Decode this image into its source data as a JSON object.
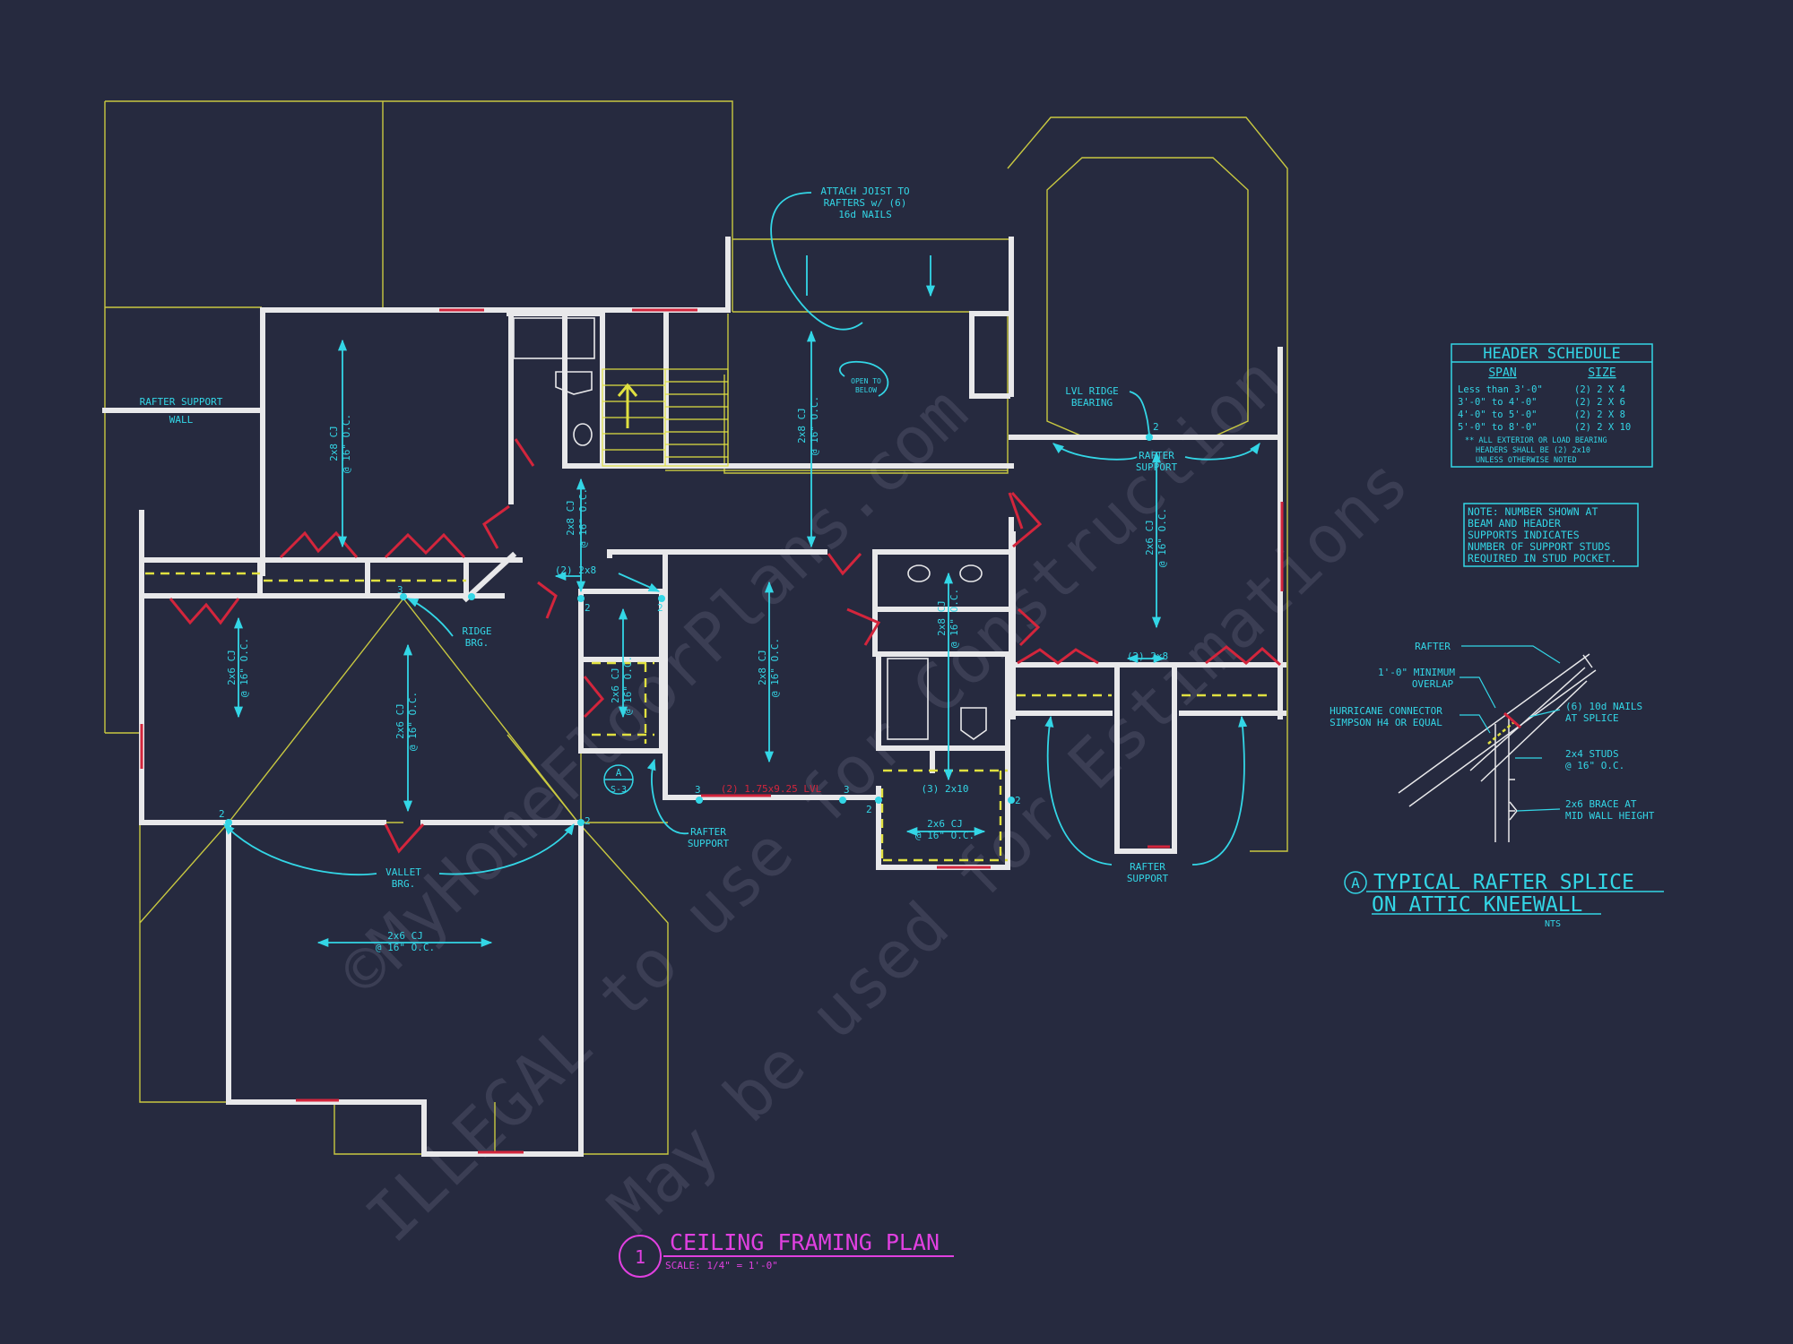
{
  "colors": {
    "background": "#262a3f",
    "wall": "#e8e8ea",
    "outline": "#c8c840",
    "annotation": "#33d6e6",
    "opening": "#d3253c",
    "title": "#e040e0",
    "dash": "#e0e040",
    "watermark": "#8a8aa0"
  },
  "notes": {
    "attach_joist": [
      "ATTACH JOIST TO",
      "RAFTERS w/ (6)",
      "16d NAILS"
    ],
    "open_below": [
      "OPEN TO",
      "BELOW"
    ],
    "lvl_ridge": [
      "LVL RIDGE",
      "BEARING"
    ],
    "rafter_support_wall": [
      "RAFTER SUPPORT",
      "WALL"
    ],
    "ridge_brg": [
      "RIDGE",
      "BRG."
    ],
    "valley_brg": [
      "VALLET",
      "BRG."
    ],
    "rafter_support": [
      "RAFTER",
      "SUPPORT"
    ],
    "num_2": "2",
    "num_3": "3"
  },
  "joists": {
    "cj_2x8": [
      "2x8 CJ",
      "@ 16\" O.C."
    ],
    "cj_2x6": [
      "2x6 CJ",
      "@ 16\" O.C."
    ]
  },
  "beams": {
    "b_2_2x8": "(2) 2x8",
    "b_lvl": "(2) 1.75x9.25 LVL",
    "b_3_2x10": "(3) 2x10"
  },
  "section_tag": {
    "letter": "A",
    "sheet": "S-3"
  },
  "header_schedule": {
    "title": "HEADER SCHEDULE",
    "col_span": "SPAN",
    "col_size": "SIZE",
    "rows": [
      {
        "span": "Less than 3'-0\"",
        "size": "(2) 2 X 4"
      },
      {
        "span": "3'-0\" to 4'-0\"",
        "size": "(2) 2 X 6"
      },
      {
        "span": "4'-0\" to 5'-0\"",
        "size": "(2) 2 X 8"
      },
      {
        "span": "5'-0\" to 8'-0\"",
        "size": "(2) 2 X 10"
      }
    ],
    "footnote": [
      "** ALL EXTERIOR OR LOAD BEARING",
      "HEADERS SHALL BE (2) 2x10",
      "UNLESS OTHERWISE NOTED"
    ]
  },
  "note_box": [
    "NOTE: NUMBER SHOWN AT",
    "BEAM AND HEADER",
    "SUPPORTS INDICATES",
    "NUMBER OF SUPPORT STUDS",
    "REQUIRED IN STUD POCKET."
  ],
  "detail": {
    "rafter": "RAFTER",
    "overlap": [
      "1'-0\" MINIMUM",
      "OVERLAP"
    ],
    "hurricane": [
      "HURRICANE CONNECTOR",
      "SIMPSON H4 OR EQUAL"
    ],
    "nails": [
      "(6) 10d NAILS",
      "AT SPLICE"
    ],
    "studs": [
      "2x4 STUDS",
      "@ 16\" O.C."
    ],
    "brace": [
      "2x6 BRACE AT",
      "MID WALL HEIGHT"
    ],
    "tag": "A",
    "title_1": "TYPICAL RAFTER SPLICE",
    "title_2": "ON ATTIC KNEEWALL",
    "scale": "NTS"
  },
  "plan_title": {
    "number": "1",
    "title": "CEILING FRAMING PLAN",
    "scale": "SCALE: 1/4\" = 1'-0\""
  },
  "watermark": [
    "©MyHomeFloorPlans.com",
    "ILLEGAL to use for Construction",
    "May be used for Estimations"
  ]
}
